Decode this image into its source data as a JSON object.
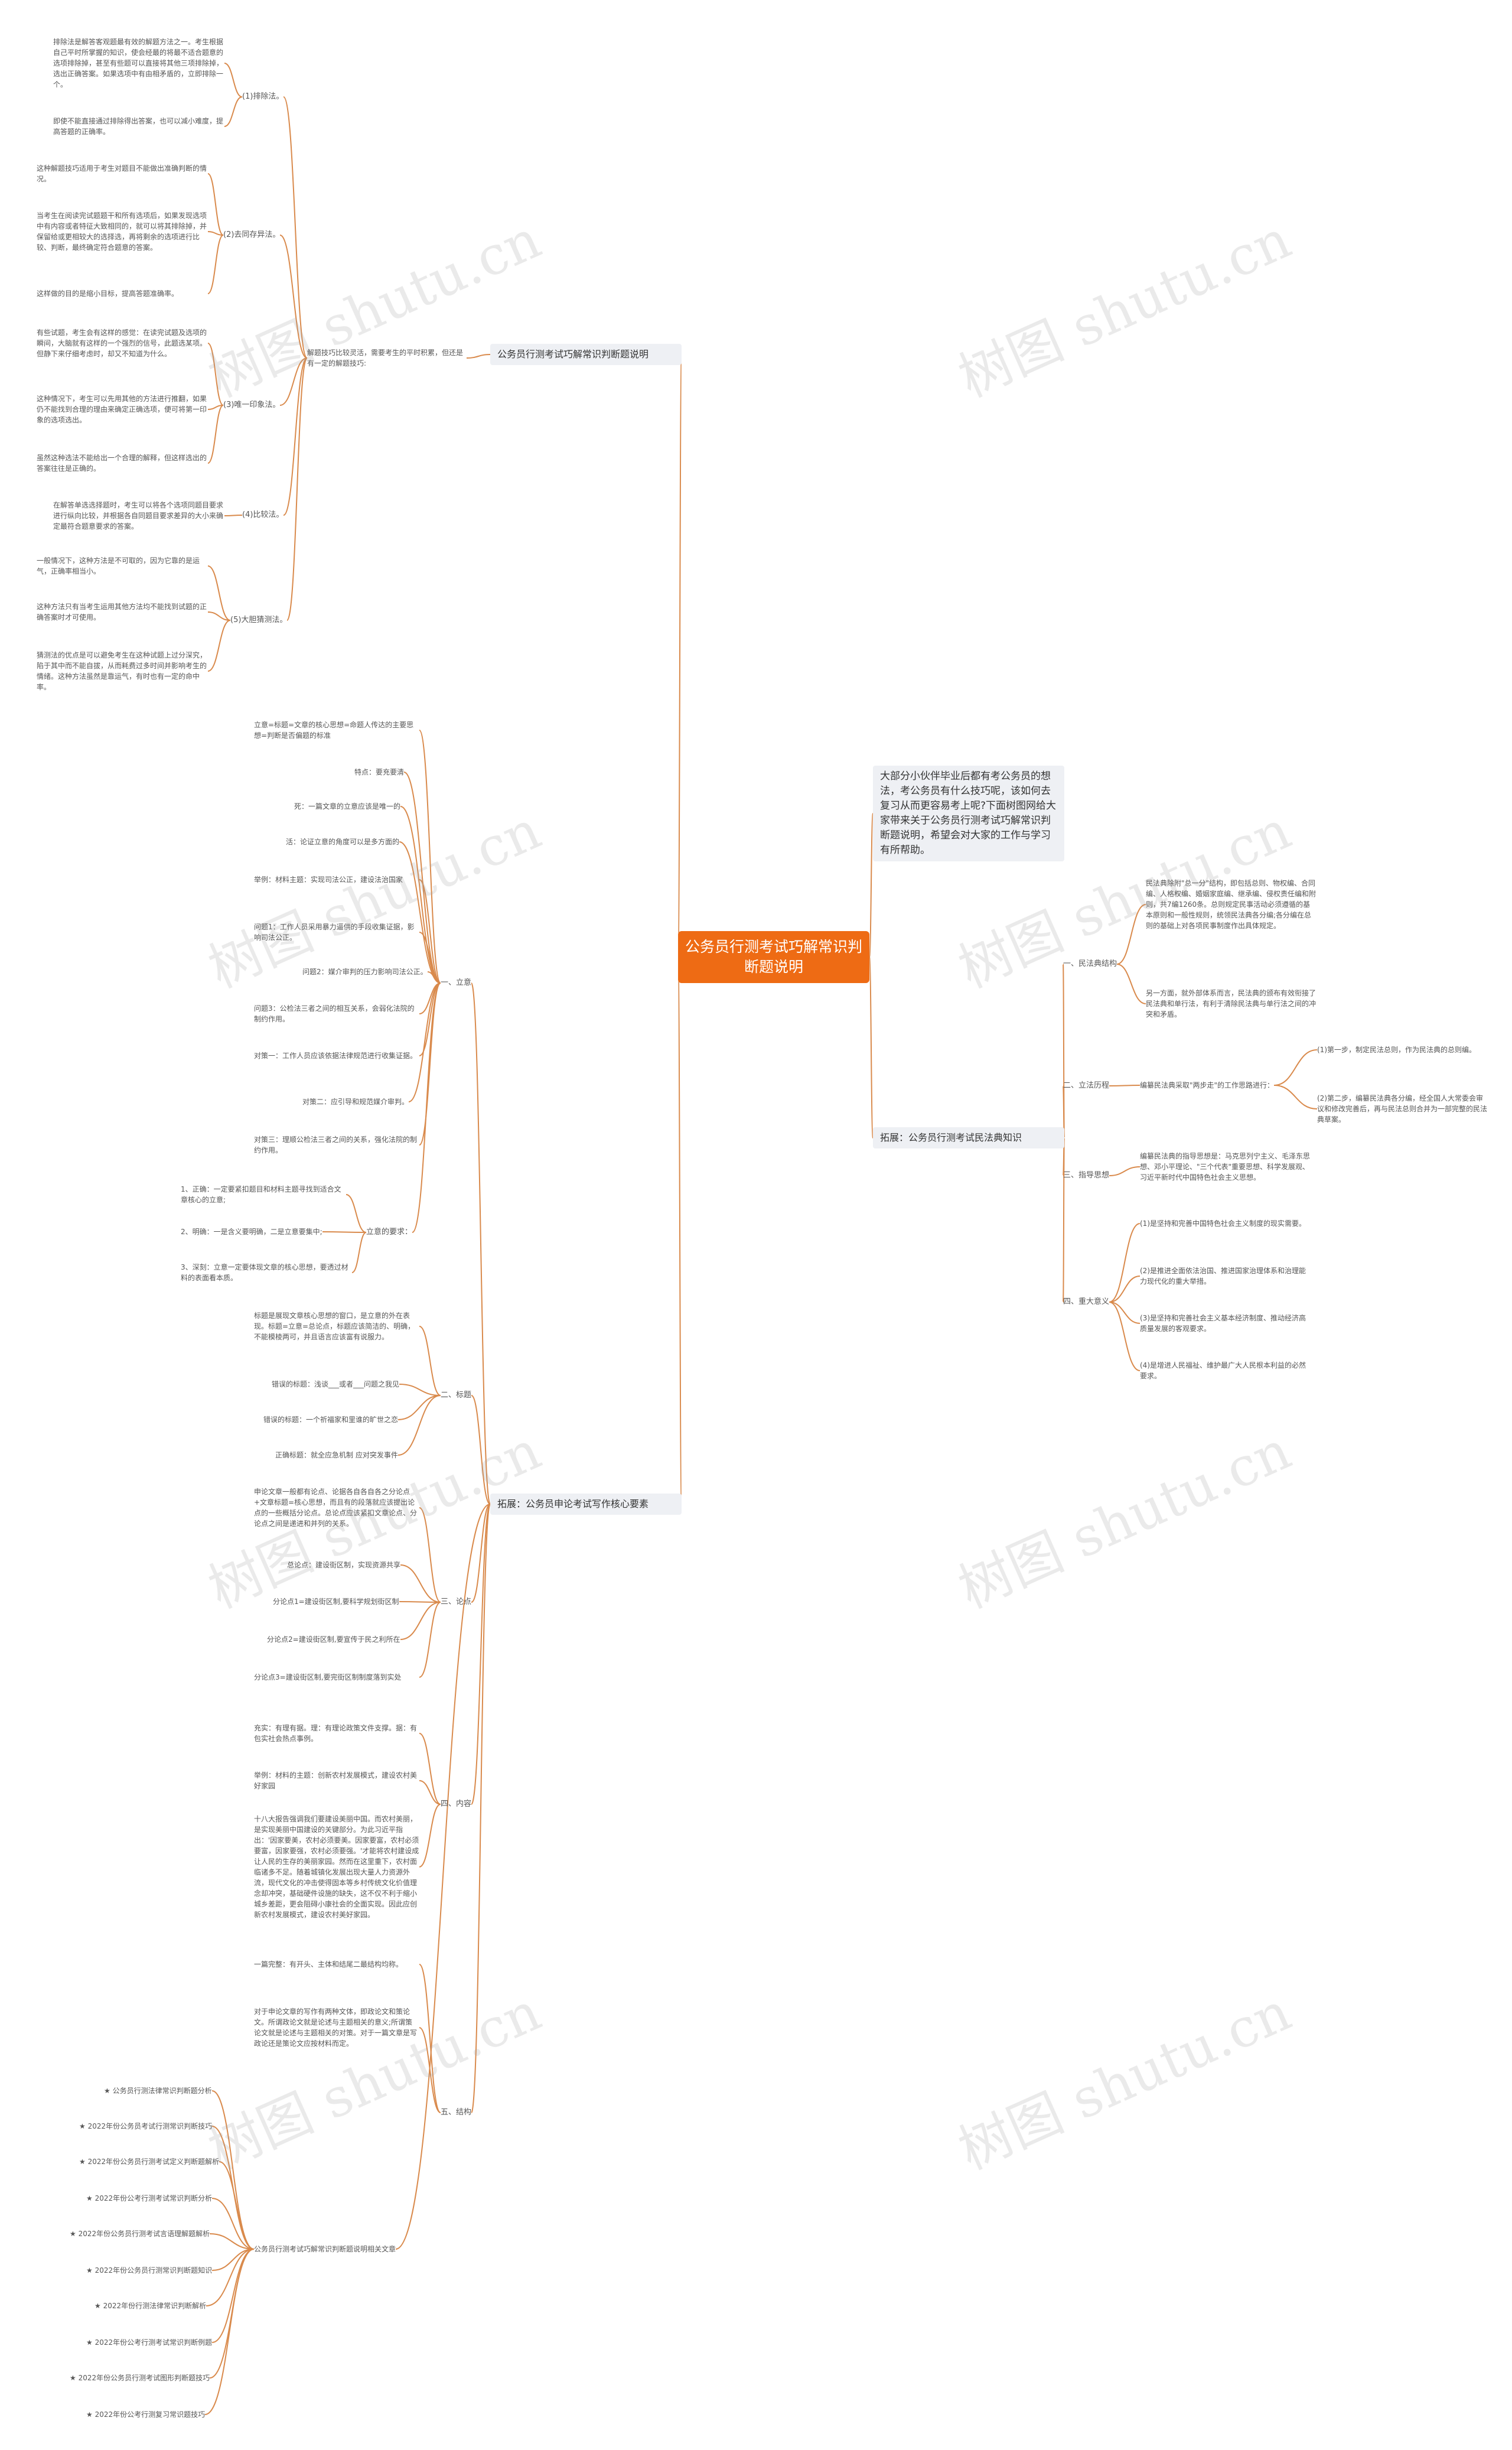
{
  "root": {
    "title": "公务员行测考试巧解常识判断题说明"
  },
  "watermark": "树图 shutu.cn",
  "colors": {
    "accent": "#ee6b14",
    "line": "#d98a4c",
    "box": "#eef0f4"
  },
  "intro": "大部分小伙伴毕业后都有考公务员的想法，考公务员有什么技巧呢，该如何去复习从而更容易考上呢?下面树图网给大家带来关于公务员行测考试巧解常识判断题说明，希望会对大家的工作与学习有所帮助。",
  "branch1": {
    "title": "公务员行测考试巧解常识判断题说明",
    "hub": "解题技巧比较灵活，需要考生的平时积累，但还是有一定的解题技巧:",
    "groups": [
      {
        "label": "(1)排除法。",
        "items": [
          "排除法是解答客观题最有效的解题方法之一。考生根据自己平时所掌握的知识，使会经最的将最不适合题意的选项排除掉，甚至有些题可以直接将其他三项排除掉，选出正确答案。如果选项中有由相矛盾的，立即排除一个。",
          "即使不能直接通过排除得出答案，也可以减小难度，提高答题的正确率。"
        ]
      },
      {
        "label": "(2)去同存异法。",
        "items": [
          "这种解题技巧适用于考生对题目不能做出准确判断的情况。",
          "当考生在阅读完试题题干和所有选项后，如果发现选项中有内容或者特征大致相同的，就可以将其排除掉，并保留给或更相较大的选择选，再将剩余的选项进行比较、判断，最终确定符合题意的答案。",
          "这样做的目的是缩小目标，提高答题准确率。"
        ]
      },
      {
        "label": "(3)唯一印象法。",
        "items": [
          "有些试题，考生会有这样的感觉：在读完试题及选项的瞬间，大脑就有这样的一个强烈的信号，此题选某项。但静下来仔细考虑时，却又不知道为什么。",
          "这种情况下，考生可以先用其他的方法进行推翻，如果仍不能找到合理的理由来确定正确选项，便可将第一印象的选项选出。",
          "虽然这种选法不能给出一个合理的解释，但这样选出的答案往往是正确的。"
        ]
      },
      {
        "label": "(4)比较法。",
        "items": [
          "在解答单选选择题时，考生可以将各个选项同题目要求进行纵向比较，并根据各自同题目要求差异的大小来确定最符合题意要求的答案。"
        ]
      },
      {
        "label": "(5)大胆猜测法。",
        "items": [
          "一般情况下，这种方法是不可取的，因为它靠的是运气，正确率相当小。",
          "这种方法只有当考生运用其他方法均不能找到试题的正确答案时才可使用。",
          "猜测法的优点是可以避免考生在这种试题上过分深究，陷于其中而不能自拔，从而耗费过多时间并影响考生的情绪。这种方法虽然是靠运气，有时也有一定的命中率。"
        ]
      }
    ]
  },
  "branch2": {
    "title": "拓展：公务员申论考试写作核心要素",
    "sections": [
      {
        "label": "一、立意",
        "items": [
          "立意=标题=文章的核心思想=命题人传达的主要思想=判断是否偏题的标准",
          "特点：要充要清",
          "死：一篇文章的立意应该是唯一的",
          "活：论证立意的角度可以是多方面的",
          "举例：材料主题：实现司法公正，建设法治国家",
          "问题1：工作人员采用暴力逼供的手段收集证据，影响司法公正。",
          "问题2：媒介审判的压力影响司法公正。",
          "问题3：公检法三者之间的相互关系，会弱化法院的制约作用。",
          "对策一：工作人员应该依据法律规范进行收集证据。",
          "对策二：应引导和规范媒介审判。",
          "对策三：理顺公检法三者之间的关系，强化法院的制约作用。"
        ],
        "sub": {
          "label": "立意的要求：",
          "items": [
            "1、正确：一定要紧扣题目和材料主题寻找到适合文章核心的立意;",
            "2、明确：一是含义要明确，二是立意要集中;",
            "3、深刻：立意一定要体现文章的核心思想，要透过材料的表面看本质。"
          ]
        }
      },
      {
        "label": "二、标题",
        "items": [
          "标题是展现文章核心思想的窗口，是立意的外在表现。标题=立意=总论点，标题应该简洁的、明确，不能模棱两可，并且语言应该富有说服力。",
          "错误的标题：浅谈___或者___问题之我见",
          "错误的标题：一个祈福家和里谁的旷世之恋",
          "正确标题：就全应急机制 应对突发事件"
        ]
      },
      {
        "label": "三、论点",
        "items": [
          "申论文章一般都有论点、论据各自各自各之分论点+文章标题=核心思想，而且有的段落就应该提出论点的一些概括分论点。总论点应该紧扣文章论点、分论点之间是递进和并列的关系。",
          "总论点：建设街区制，实现资源共享",
          "分论点1=建设街区制,要科学规划街区制",
          "分论点2=建设街区制,要宣传于民之利所在",
          "分论点3=建设街区制,要完街区制制度落到实处"
        ]
      },
      {
        "label": "四、内容",
        "items": [
          "充实：有理有据。理：有理论政策文件支撑。据：有包实社会热点事例。",
          "举例：材料的主题：创新农村发展模式，建设农村美好家园",
          "十八大报告强调我们要建设美丽中国。而农村美丽，是实现美丽中国建设的关键部分。为此习近平指出：'因家要美，农村必须要美。因家要富，农村必须要富，因家要强，农村必须要强。'才能将农村建设成让人民的生存的美丽家园。然而在这里重下，农村面临诸多不足。随着城镇化发展出现大量人力资源外流，现代文化的冲击使得固本等乡村传统文化价值理念却冲突，基础硬件设施的缺失，这不仅不利于缩小城乡差距，更会阻碍小康社会的全面实现。因此应创新农村发展模式，建设农村美好家园。"
        ]
      },
      {
        "label": "五、结构",
        "items": [
          "一篇完整：有开头、主体和结尾二最结构均称。",
          "对于申论文章的写作有两种文体，即政论文和策论文。所谓政论文就是论述与主题相关的意义;所谓策论文就是论述与主题相关的对策。对于一篇文章是写政论还是策论文应按材料而定。"
        ]
      }
    ],
    "related_title": "公务员行测考试巧解常识判断题说明相关文章",
    "related": [
      "★ 公务员行测法律常识判断题分析",
      "★ 2022年份公务员考试行测常识判断技巧",
      "★ 2022年份公务员行测考试定义判断题解析",
      "★ 2022年份公考行测考试常识判断分析",
      "★ 2022年份公务员行测考试言语理解题解析",
      "★ 2022年份公务员行测常识判断题知识",
      "★ 2022年份行测法律常识判断解析",
      "★ 2022年份公考行测考试常识判断例题",
      "★ 2022年份公务员行测考试图形判断题技巧",
      "★ 2022年份公考行测复习常识题技巧"
    ]
  },
  "branch3": {
    "title": "拓展：公务员行测考试民法典知识",
    "sections": [
      {
        "label": "一、民法典结构",
        "items": [
          "民法典除附\"总一分\"结构，即包括总则、物权编、合同编、人格权编、婚姻家庭编、继承编、侵权责任编和附则，共7编1260条。总则规定民事活动必须遵循的基本原则和一般性规则，统领民法典各分编;各分编在总则的基础上对各项民事制度作出具体规定。",
          "另一方面，就外部体系而言，民法典的颁布有效衔接了民法典和单行法，有利于清除民法典与单行法之间的冲突和矛盾。"
        ]
      },
      {
        "label": "二、立法历程",
        "hub": "编纂民法典采取\"两步走\"的工作思路进行：",
        "items": [
          "(1)第一步，制定民法总则，作为民法典的总则编。",
          "(2)第二步，编纂民法典各分编，经全国人大常委会审议和修改完善后，再与民法总则合并为一部完整的民法典草案。"
        ]
      },
      {
        "label": "三、指导思想",
        "items": [
          "编纂民法典的指导思想是：马克思列宁主义、毛泽东思想、邓小平理论、\"三个代表\"重要思想、科学发展观、习近平新时代中国特色社会主义思想。"
        ]
      },
      {
        "label": "四、重大意义",
        "items": [
          "(1)是坚持和完善中国特色社会主义制度的现实需要。",
          "(2)是推进全面依法治国、推进国家治理体系和治理能力现代化的重大举措。",
          "(3)是坚持和完善社会主义基本经济制度、推动经济高质量发展的客观要求。",
          "(4)是增进人民福祉、维护最广大人民根本利益的必然要求。"
        ]
      }
    ]
  }
}
